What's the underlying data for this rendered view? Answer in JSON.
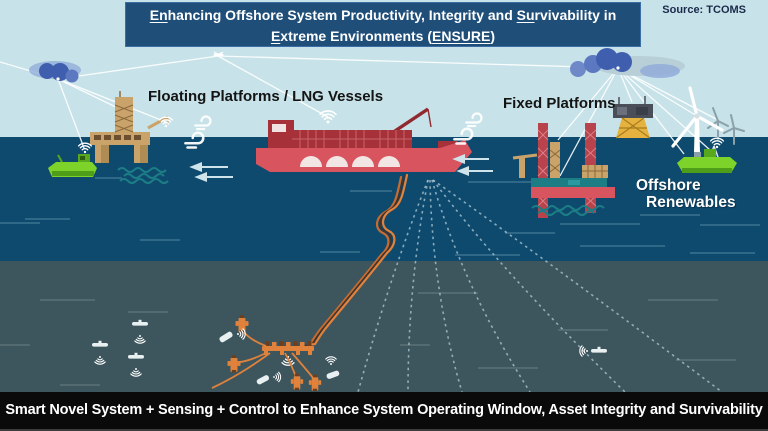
{
  "source": {
    "label": "Source: TCOMS"
  },
  "title": {
    "segments": [
      {
        "text": "En",
        "underline": true
      },
      {
        "text": "hancing Offshore System Productivity, Integrity and ",
        "underline": false
      },
      {
        "text": "Su",
        "underline": true
      },
      {
        "text": "rvivability in ",
        "underline": false
      },
      {
        "text": "E",
        "underline": true
      },
      {
        "text": "xtreme Environments (",
        "underline": false
      },
      {
        "text": "ENSURE",
        "underline": true
      },
      {
        "text": ")",
        "underline": false
      }
    ]
  },
  "scene_labels": {
    "floating_platforms": "Floating Platforms / LNG Vessels",
    "fixed_platforms": "Fixed Platforms",
    "offshore_renewables_line1": "Offshore",
    "offshore_renewables_line2": "Renewables"
  },
  "footer": {
    "text": "Smart Novel System + Sensing + Control to Enhance System Operating Window, Asset Integrity and Survivability"
  },
  "colors": {
    "sky": "#c7e2e8",
    "ocean": "#0e4a6e",
    "seabed": "#3d565e",
    "title-bg": "#1f4e79",
    "footer-bg": "#0a0a0a",
    "equip-orange": "#e0823c",
    "vessel-green": "#7ed32b",
    "platform-tan": "#c9a36a",
    "tower-yellow": "#e6b23f",
    "ship-red": "#d85560",
    "ship-dark-red": "#a63138",
    "deck-teal": "#1d7d85",
    "cloud-blue": "#3f5fae",
    "line-white": "#ffffff"
  }
}
